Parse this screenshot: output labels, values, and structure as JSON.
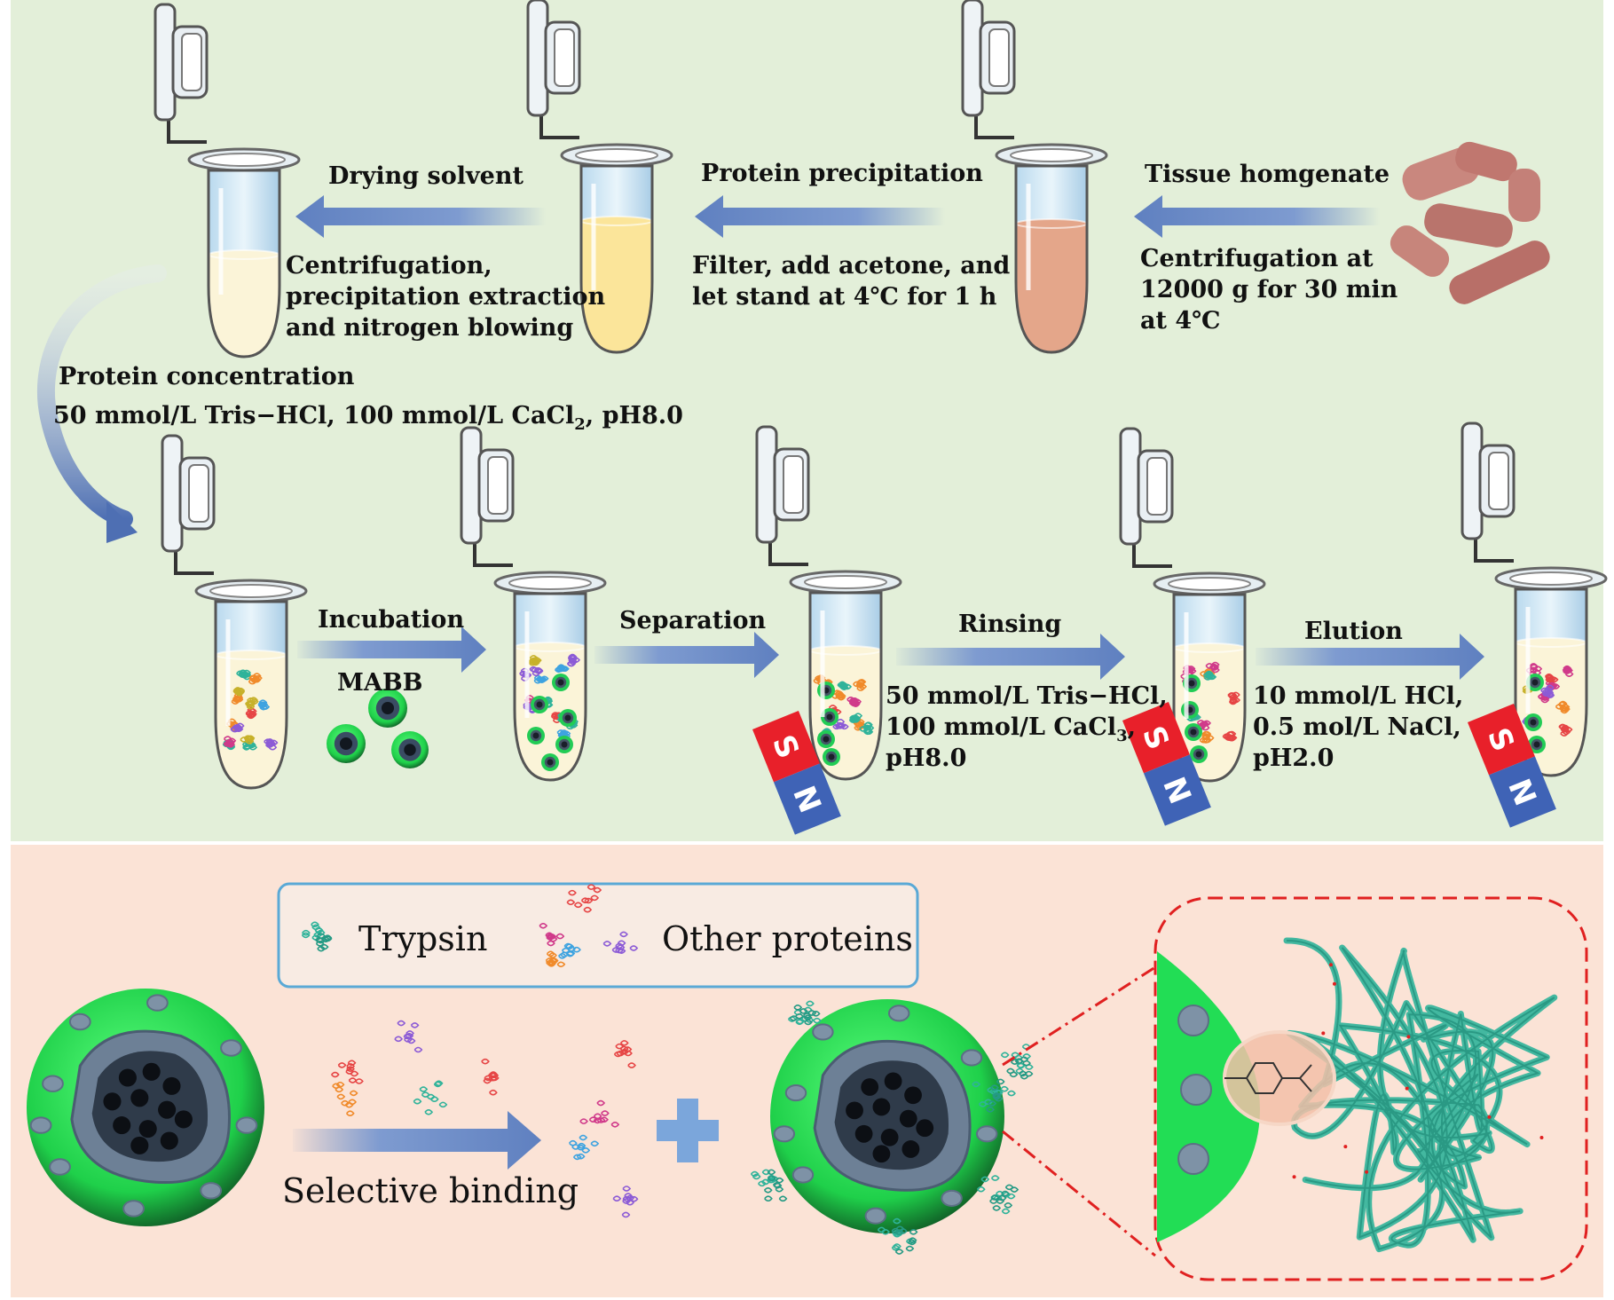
{
  "top_row": {
    "tissue_homogenate": "Tissue homgenate",
    "centrifugation_1": "Centrifugation at",
    "centrifugation_2": "12000 g for 30 min",
    "centrifugation_3": "at 4℃",
    "protein_precipitation": "Protein precipitation",
    "filter_1": "Filter, add acetone, and",
    "filter_2": "let stand at 4℃ for 1 h",
    "drying_solvent": "Drying solvent",
    "extract_1": "Centrifugation,",
    "extract_2": "precipitation extraction",
    "extract_3": "and nitrogen blowing"
  },
  "concentration": {
    "title": "Protein concentration",
    "buffer_a": "50 mmol/L Tris−HCl, 100 mmol/L CaCl",
    "buffer_sub": "2",
    "buffer_b": ", pH8.0"
  },
  "middle_row": {
    "incubation": "Incubation",
    "mabb": "MABB",
    "separation": "Separation",
    "rinsing": "Rinsing",
    "rinse_1": "50 mmol/L Tris−HCl,",
    "rinse_2a": "100 mmol/L CaCl",
    "rinse_2sub": "3",
    "rinse_2b": ",",
    "rinse_3": "pH8.0",
    "elution": "Elution",
    "elute_1": "10 mmol/L HCl,",
    "elute_2": "0.5 mol/L NaCl,",
    "elute_3": "pH2.0",
    "magnet_s": "S",
    "magnet_n": "N"
  },
  "legend": {
    "trypsin": "Trypsin",
    "other_proteins": "Other proteins"
  },
  "bottom": {
    "selective_binding": "Selective binding"
  },
  "colors": {
    "top_bg": "#e3efd9",
    "bottom_bg": "#fbe3d6",
    "arrow": "#6f8fc8",
    "bead_green": "#22dd55",
    "trypsin": "#2fb39a",
    "magnet_red": "#e8202a",
    "magnet_blue": "#3f63b6"
  }
}
